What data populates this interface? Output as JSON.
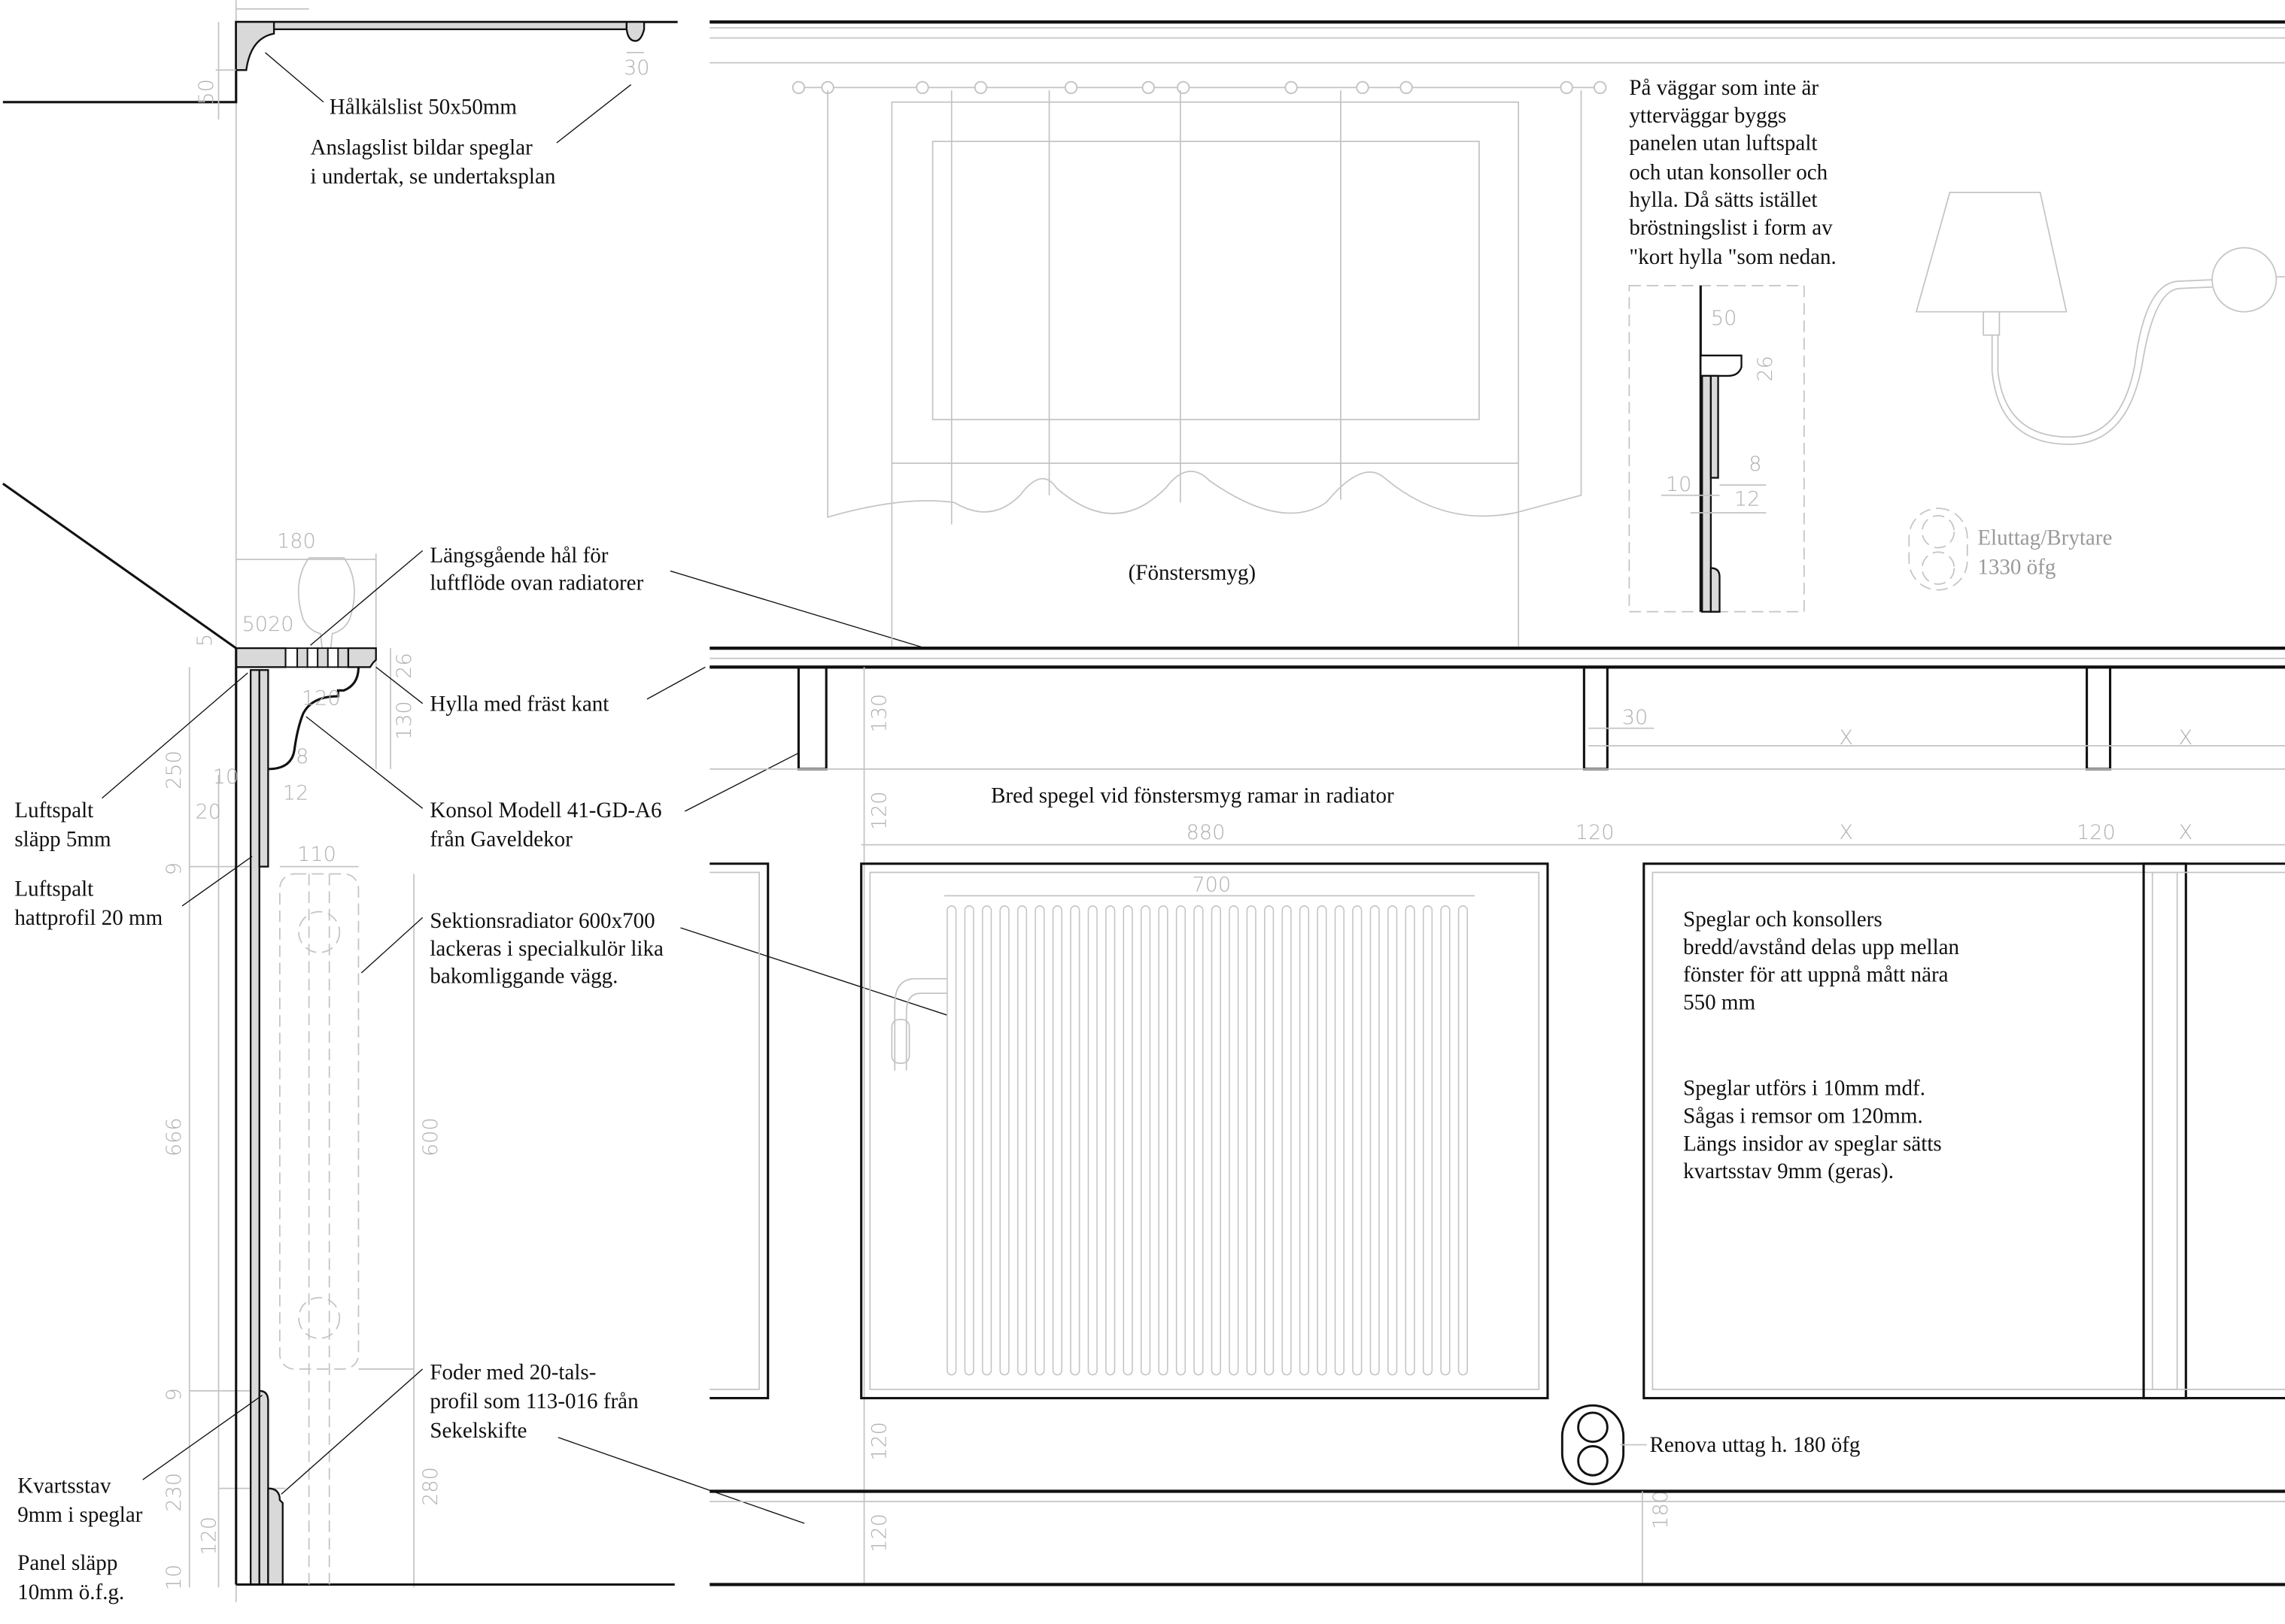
{
  "ceiling_detail": {
    "halkalslist": "Hålkälslist 50x50mm",
    "anslagslist": [
      "Anslagslist bildar speglar",
      "i undertak, se undertaksplan"
    ],
    "dims": [
      "50",
      "30"
    ]
  },
  "section": {
    "labels": {
      "langsgaende": [
        "Längsgående hål för",
        "luftflöde ovan radiatorer"
      ],
      "hylla": "Hylla med fräst kant",
      "konsol": [
        "Konsol Modell 41-GD-A6",
        "från Gaveldekor"
      ],
      "radiator": [
        "Sektionsradiator 600x700",
        "lackeras i specialkulör lika",
        "bakomliggande vägg."
      ],
      "foder": [
        "Foder med 20-tals-",
        "profil som 113-016 från",
        "Sekelskifte"
      ],
      "luftspalt_slapp": [
        "Luftspalt",
        "släpp 5mm"
      ],
      "luftspalt_hatt": [
        "Luftspalt",
        "hattprofil 20 mm"
      ],
      "kvartsstav": [
        "Kvartsstav",
        "9mm i speglar"
      ],
      "panel": [
        "Panel släpp",
        "10mm ö.f.g."
      ]
    },
    "dims": [
      "180",
      "5020",
      "5",
      "26",
      "120",
      "130",
      "8",
      "10",
      "12",
      "20",
      "250",
      "9",
      "110",
      "600",
      "666",
      "9",
      "230",
      "120",
      "280",
      "10"
    ]
  },
  "elevation": {
    "fonstersmyg": "(Fönstersmyg)",
    "bred_spegel": "Bred spegel vid fönstersmyg ramar in radiator",
    "speglar_note1": [
      "Speglar och konsollers",
      "bredd/avstånd delas upp mellan",
      "fönster för att uppnå mått nära",
      "550 mm"
    ],
    "speglar_note2": [
      "Speglar utförs i 10mm mdf.",
      "Sågas i remsor om 120mm.",
      "Längs insidor av speglar sätts",
      "kvartsstav 9mm (geras)."
    ],
    "renova": "Renova uttag h. 180 öfg",
    "dims": [
      "130",
      "30",
      "X",
      "X",
      "120",
      "880",
      "120",
      "X",
      "120",
      "X",
      "700",
      "120",
      "120",
      "180"
    ]
  },
  "inner_wall_note": {
    "text": [
      "På väggar som inte är",
      "ytterväggar byggs",
      "panelen utan luftspalt",
      "och utan konsoller och",
      "hylla. Då sätts istället",
      "bröstningslist i form av",
      "\"kort hylla \"som nedan."
    ],
    "dims": [
      "50",
      "26",
      "8",
      "10",
      "12"
    ]
  },
  "lamp_outlet": {
    "label": [
      "Eluttag/Brytare",
      "1330 öfg"
    ]
  }
}
